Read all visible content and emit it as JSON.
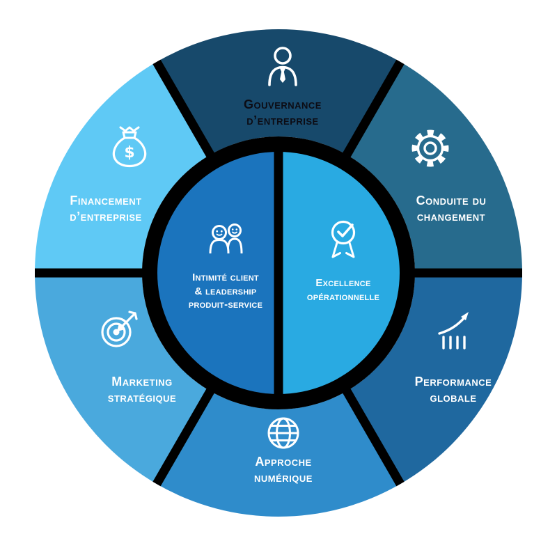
{
  "diagram": {
    "background_color": "#ffffff",
    "separator_color": "#000000",
    "money_symbol": "$",
    "segments": [
      {
        "id": "gouvernance",
        "label": "Gouvernance\nd’entreprise",
        "color": "#17496b",
        "text_color": "#0c0c14",
        "icon": "person-icon"
      },
      {
        "id": "conduite",
        "label": "Conduite du\nchangement",
        "color": "#276b8d",
        "text_color": "#ffffff",
        "icon": "gear-icon"
      },
      {
        "id": "performance",
        "label": "Performance\nglobale",
        "color": "#1f689f",
        "text_color": "#ffffff",
        "icon": "growth-chart-icon"
      },
      {
        "id": "approche",
        "label": "Approche\nnumérique",
        "color": "#2f8ccb",
        "text_color": "#ffffff",
        "icon": "globe-icon"
      },
      {
        "id": "marketing",
        "label": "Marketing\nstratégique",
        "color": "#4aa9dd",
        "text_color": "#ffffff",
        "icon": "target-icon"
      },
      {
        "id": "financement",
        "label": "Financement\nd’entreprise",
        "color": "#5fc9f5",
        "text_color": "#ffffff",
        "icon": "money-bag-icon"
      }
    ],
    "center": [
      {
        "id": "intimite",
        "label": "Intimité client\n& leadership\nproduit-service",
        "color": "#1b74bd",
        "text_color": "#ffffff",
        "icon": "people-icon"
      },
      {
        "id": "excellence",
        "label": "Excellence\nopérationnelle",
        "color": "#29aae2",
        "text_color": "#ffffff",
        "icon": "award-ribbon-icon"
      }
    ]
  }
}
